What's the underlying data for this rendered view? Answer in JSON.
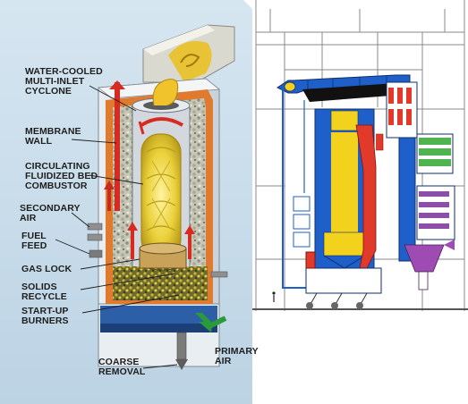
{
  "left_panel": {
    "labels": {
      "cyclone": [
        "WATER-COOLED",
        "MULTI-INLET",
        "CYCLONE"
      ],
      "membrane": [
        "MEMBRANE",
        "WALL"
      ],
      "cfb": [
        "CIRCULATING",
        "FLUIDIZED BED",
        "COMBUSTOR"
      ],
      "secondary_air": [
        "SECONDARY",
        "AIR"
      ],
      "fuel_feed": [
        "FUEL",
        "FEED"
      ],
      "gas_lock": [
        "GAS LOCK"
      ],
      "solids": [
        "SOLIDS",
        "RECYCLE"
      ],
      "startup": [
        "START-UP",
        "BURNERS"
      ],
      "coarse": [
        "COARSE",
        "REMOVAL"
      ],
      "primary_air": [
        "PRIMARY",
        "AIR"
      ]
    }
  },
  "colors": {
    "left_background": "#c9dce9",
    "membrane_wall": "#e07a2e",
    "combustor_bed": "#ead13a",
    "hot_gas": "#d62b20",
    "primary_air_arrow": "#2a9a3a",
    "boiler_blue": "#1f5fc9",
    "boiler_yellow": "#f3d21e",
    "boiler_red": "#e23a2a",
    "convection_green": "#4fb34f",
    "economizer_purple": "#8b4fa8",
    "ash_hopper": "#9e4cb3",
    "structure_line": "#8a8a8a"
  }
}
